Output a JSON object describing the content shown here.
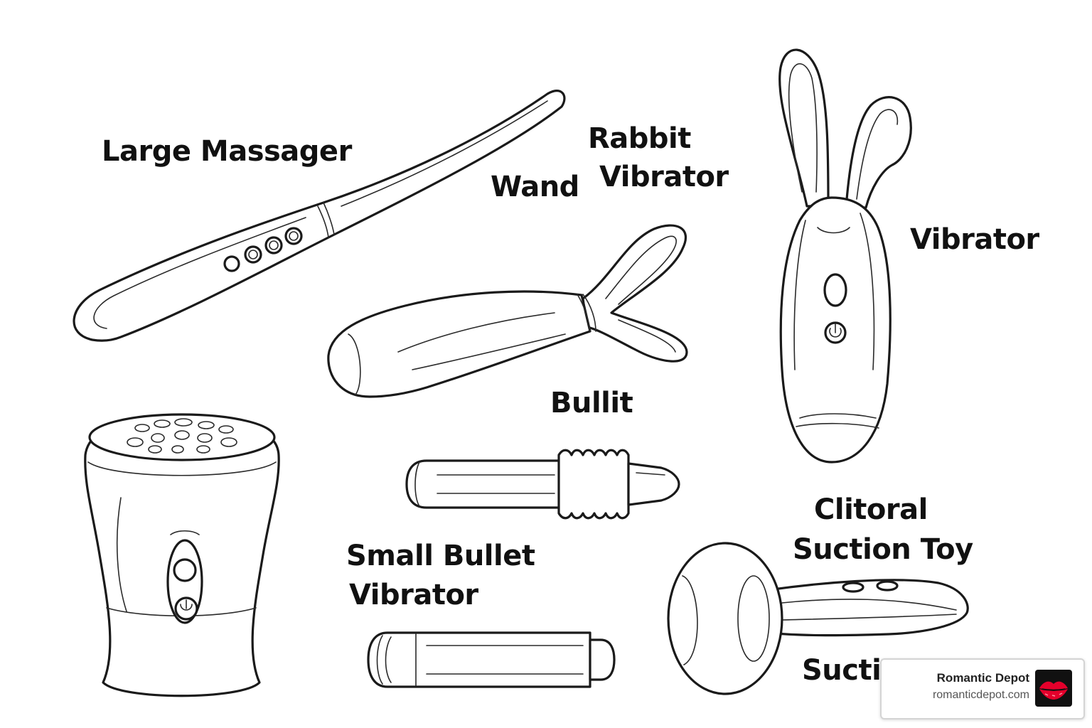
{
  "labels": {
    "large_massager": "Large Massager",
    "wand": "Wand",
    "rabbit_line1": "Rabbit",
    "rabbit_line2": "Vibrator",
    "vibrator": "Vibrator",
    "bullit": "Bullit",
    "clitoral_line1": "Clitoral",
    "clitoral_line2": "Suction Toy",
    "small_bullet_line1": "Small Bullet",
    "small_bullet_line2": "Vibrator",
    "suction_partial": "Suctic"
  },
  "badge": {
    "name": "Romantic Depot",
    "url": "romanticdepot.com",
    "logo_icon": "lips-icon",
    "logo_color": "#e4002b"
  }
}
